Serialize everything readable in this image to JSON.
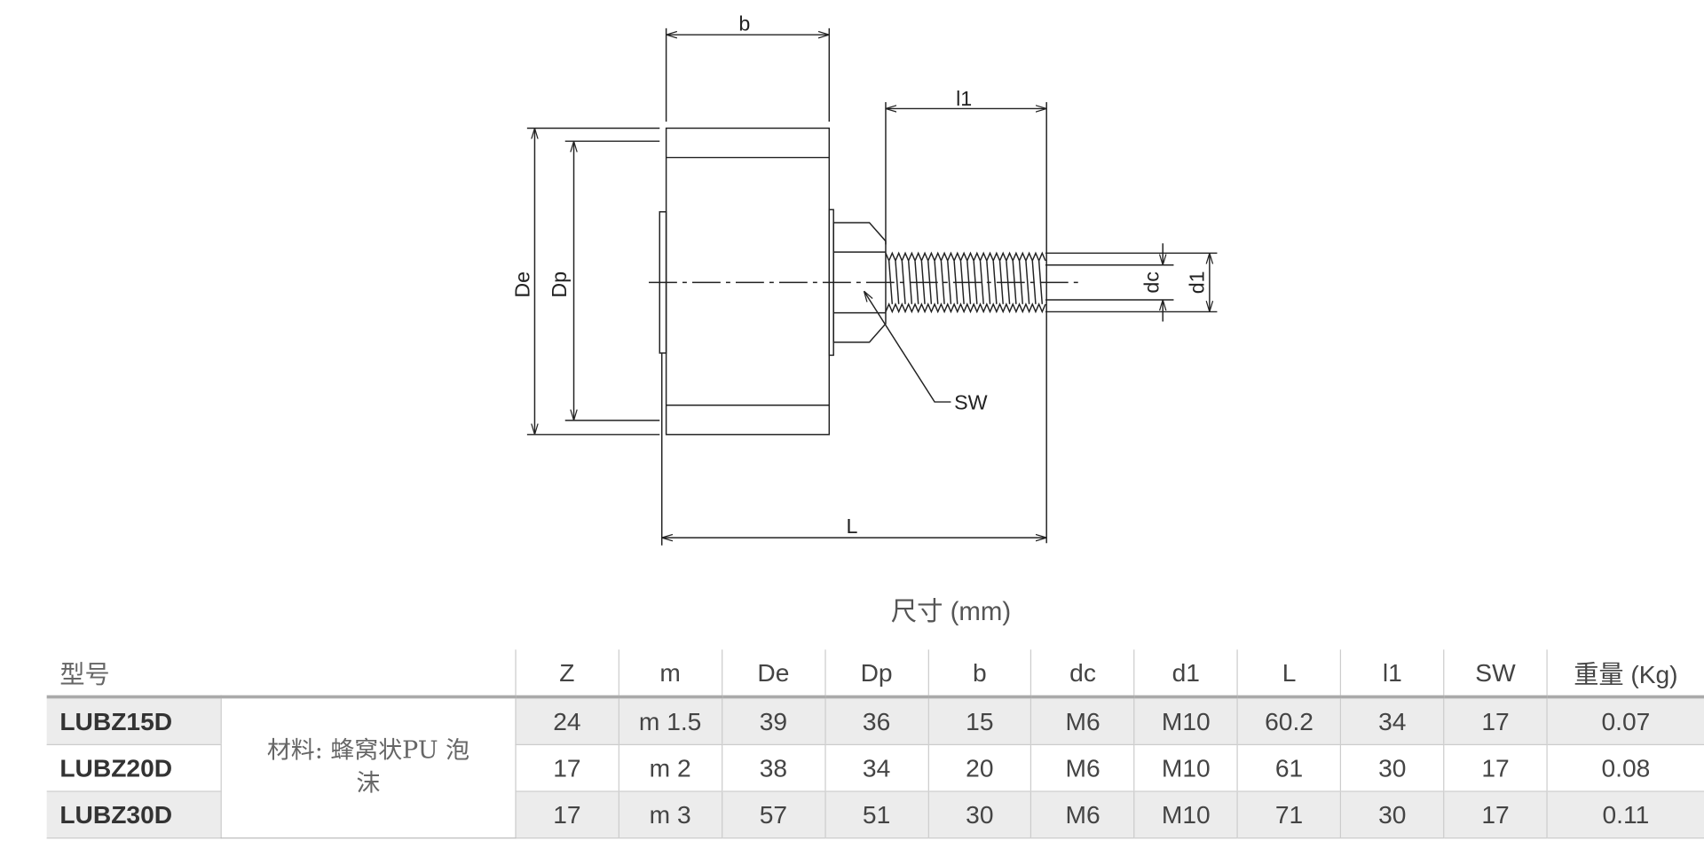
{
  "drawing": {
    "labels": {
      "b": "b",
      "l1": "l1",
      "De": "De",
      "Dp": "Dp",
      "dc": "dc",
      "d1": "d1",
      "SW": "SW",
      "L": "L"
    }
  },
  "table": {
    "title": "尺寸 (mm)",
    "headers": [
      "型号",
      "Z",
      "m",
      "De",
      "Dp",
      "b",
      "dc",
      "d1",
      "L",
      "l1",
      "SW",
      "重量 (Kg)"
    ],
    "material": "材料: 蜂窝状PU 泡沫",
    "rows": [
      {
        "model": "LUBZ15D",
        "cells": [
          "24",
          "m 1.5",
          "39",
          "36",
          "15",
          "M6",
          "M10",
          "60.2",
          "34",
          "17",
          "0.07"
        ]
      },
      {
        "model": "LUBZ20D",
        "cells": [
          "17",
          "m 2",
          "38",
          "34",
          "20",
          "M6",
          "M10",
          "61",
          "30",
          "17",
          "0.08"
        ]
      },
      {
        "model": "LUBZ30D",
        "cells": [
          "17",
          "m 3",
          "57",
          "51",
          "30",
          "M6",
          "M10",
          "71",
          "30",
          "17",
          "0.11"
        ]
      }
    ]
  }
}
